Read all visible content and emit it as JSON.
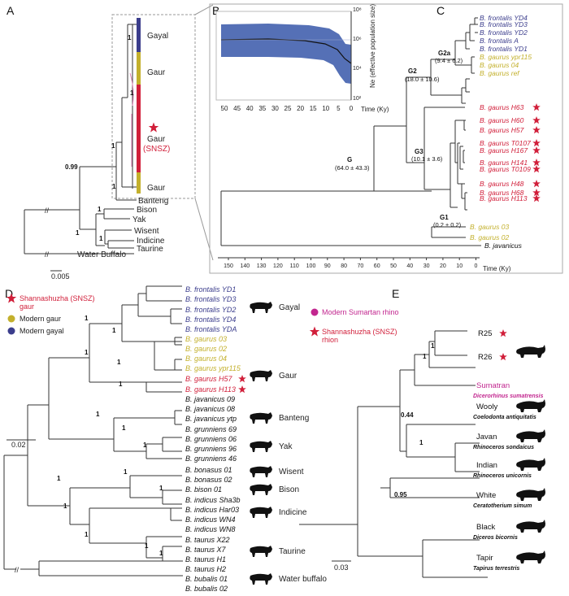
{
  "colors": {
    "gayal": "#3b3d8c",
    "gaur": "#c3b02c",
    "snsz": "#d11f3a",
    "band": "#5570b6",
    "rhino": "#c2268f"
  },
  "panels": {
    "a": "A",
    "b": "B",
    "c": "C",
    "d": "D",
    "e": "E"
  },
  "panelA": {
    "taxa": [
      "Gayal",
      "Gaur",
      "Gaur",
      "(SNSZ)",
      "Gaur",
      "Banteng",
      "Bison",
      "Yak",
      "Wisent",
      "Indicine",
      "Taurine",
      "Water Buffalo"
    ],
    "support": [
      "1",
      "1",
      "1",
      "1",
      "0.99",
      "1",
      "1",
      "1"
    ],
    "scale": "0.005"
  },
  "panelB": {
    "ylabel": "Ne (effective population size)",
    "yticks": [
      "10⁸",
      "10⁶",
      "10⁴",
      "10²"
    ],
    "xticks": [
      "50",
      "45",
      "40",
      "35",
      "30",
      "25",
      "20",
      "15",
      "10",
      "5",
      "0"
    ],
    "xlabel": "Time (Ky)"
  },
  "panelC": {
    "taxa": [
      "B. frontalis YD4",
      "B. frontalis YD3",
      "B. frontalis YD2",
      "B. frontalis A",
      "B. frontalis YD1",
      "B. gaurus ypr115",
      "B. gaurus 04",
      "B. gaurus ref",
      "B. gaurus H63",
      "B. gaurus H60",
      "B. gaurus H57",
      "B. gaurus T0107",
      "B. gaurus H167",
      "B. gaurus H141",
      "B. gaurus T0109",
      "B. gaurus H48",
      "B. gaurus H68",
      "B. gaurus H113",
      "B. gaurus 03",
      "B. gaurus 02",
      "B. javanicus"
    ],
    "nodes": [
      {
        "name": "G2a",
        "age": "(9.4 ± 6.2)"
      },
      {
        "name": "G2",
        "age": "(18.0 ± 10.6)"
      },
      {
        "name": "G3",
        "age": "(10.1 ± 3.6)"
      },
      {
        "name": "G",
        "age": "(64.0 ± 43.3)"
      },
      {
        "name": "G1",
        "age": "(0.2 ± 0.2)"
      }
    ],
    "xticks": [
      "150",
      "140",
      "130",
      "120",
      "110",
      "100",
      "90",
      "80",
      "70",
      "60",
      "50",
      "40",
      "30",
      "20",
      "10",
      "0"
    ],
    "xlabel": "Time (Ky)"
  },
  "panelD": {
    "legend": [
      "Shannashuzha (SNSZ)",
      "gaur",
      "Modern gaur",
      "Modern gayal"
    ],
    "taxa": [
      "B. frontalis YD1",
      "B. frontalis YD3",
      "B. frontalis YD2",
      "B. frontalis YD4",
      "B. frontalis YDA",
      "B. gaurus 03",
      "B. gaurus 02",
      "B. gaurus 04",
      "B. gaurus ypr115",
      "B. gaurus H57",
      "B. gaurus H113",
      "B. javanicus 09",
      "B. javanicus 08",
      "B. javanicus ytp",
      "B. grunniens 69",
      "B. grunniens 06",
      "B. grunniens 96",
      "B. grunniens 46",
      "B. bonasus 01",
      "B. bonasus 02",
      "B. bison 01",
      "B. indicus Sha3b",
      "B. indicus Har03",
      "B. indicus WN4",
      "B. indicus WN8",
      "B. taurus X22",
      "B. taurus X7",
      "B. taurus H1",
      "B. taurus H2",
      "B. bubalis 01",
      "B. bubalis 02"
    ],
    "groups": [
      "Gayal",
      "Gaur",
      "Banteng",
      "Yak",
      "Wisent",
      "Bison",
      "Indicine",
      "Taurine",
      "Water buffalo"
    ],
    "support": [
      "1",
      "1",
      "1",
      "1",
      "1",
      "1",
      "1",
      "1",
      "1",
      "1",
      "1",
      "1",
      "1",
      "1",
      "1"
    ],
    "scale": "0.02"
  },
  "panelE": {
    "legend": [
      "Modern Sumartan rhino",
      "Shannashuzha (SNSZ)",
      "rhion"
    ],
    "taxa": [
      {
        "name": "R25",
        "sci": ""
      },
      {
        "name": "R26",
        "sci": ""
      },
      {
        "name": "Sumatran",
        "sci": "Dicerorhinus sumatrensis"
      },
      {
        "name": "Wooly",
        "sci": "Coelodonta antiquitatis"
      },
      {
        "name": "Javan",
        "sci": "Rhinoceros sondaicus"
      },
      {
        "name": "Indian",
        "sci": "Rhinoceros unicornis"
      },
      {
        "name": "White",
        "sci": "Ceratotherium simum"
      },
      {
        "name": "Black",
        "sci": "Diceros bicornis"
      },
      {
        "name": "Tapir",
        "sci": "Tapirus terrestris"
      }
    ],
    "support": [
      "1",
      "1",
      "0.44",
      "1",
      "0.95"
    ],
    "scale": "0.03"
  }
}
